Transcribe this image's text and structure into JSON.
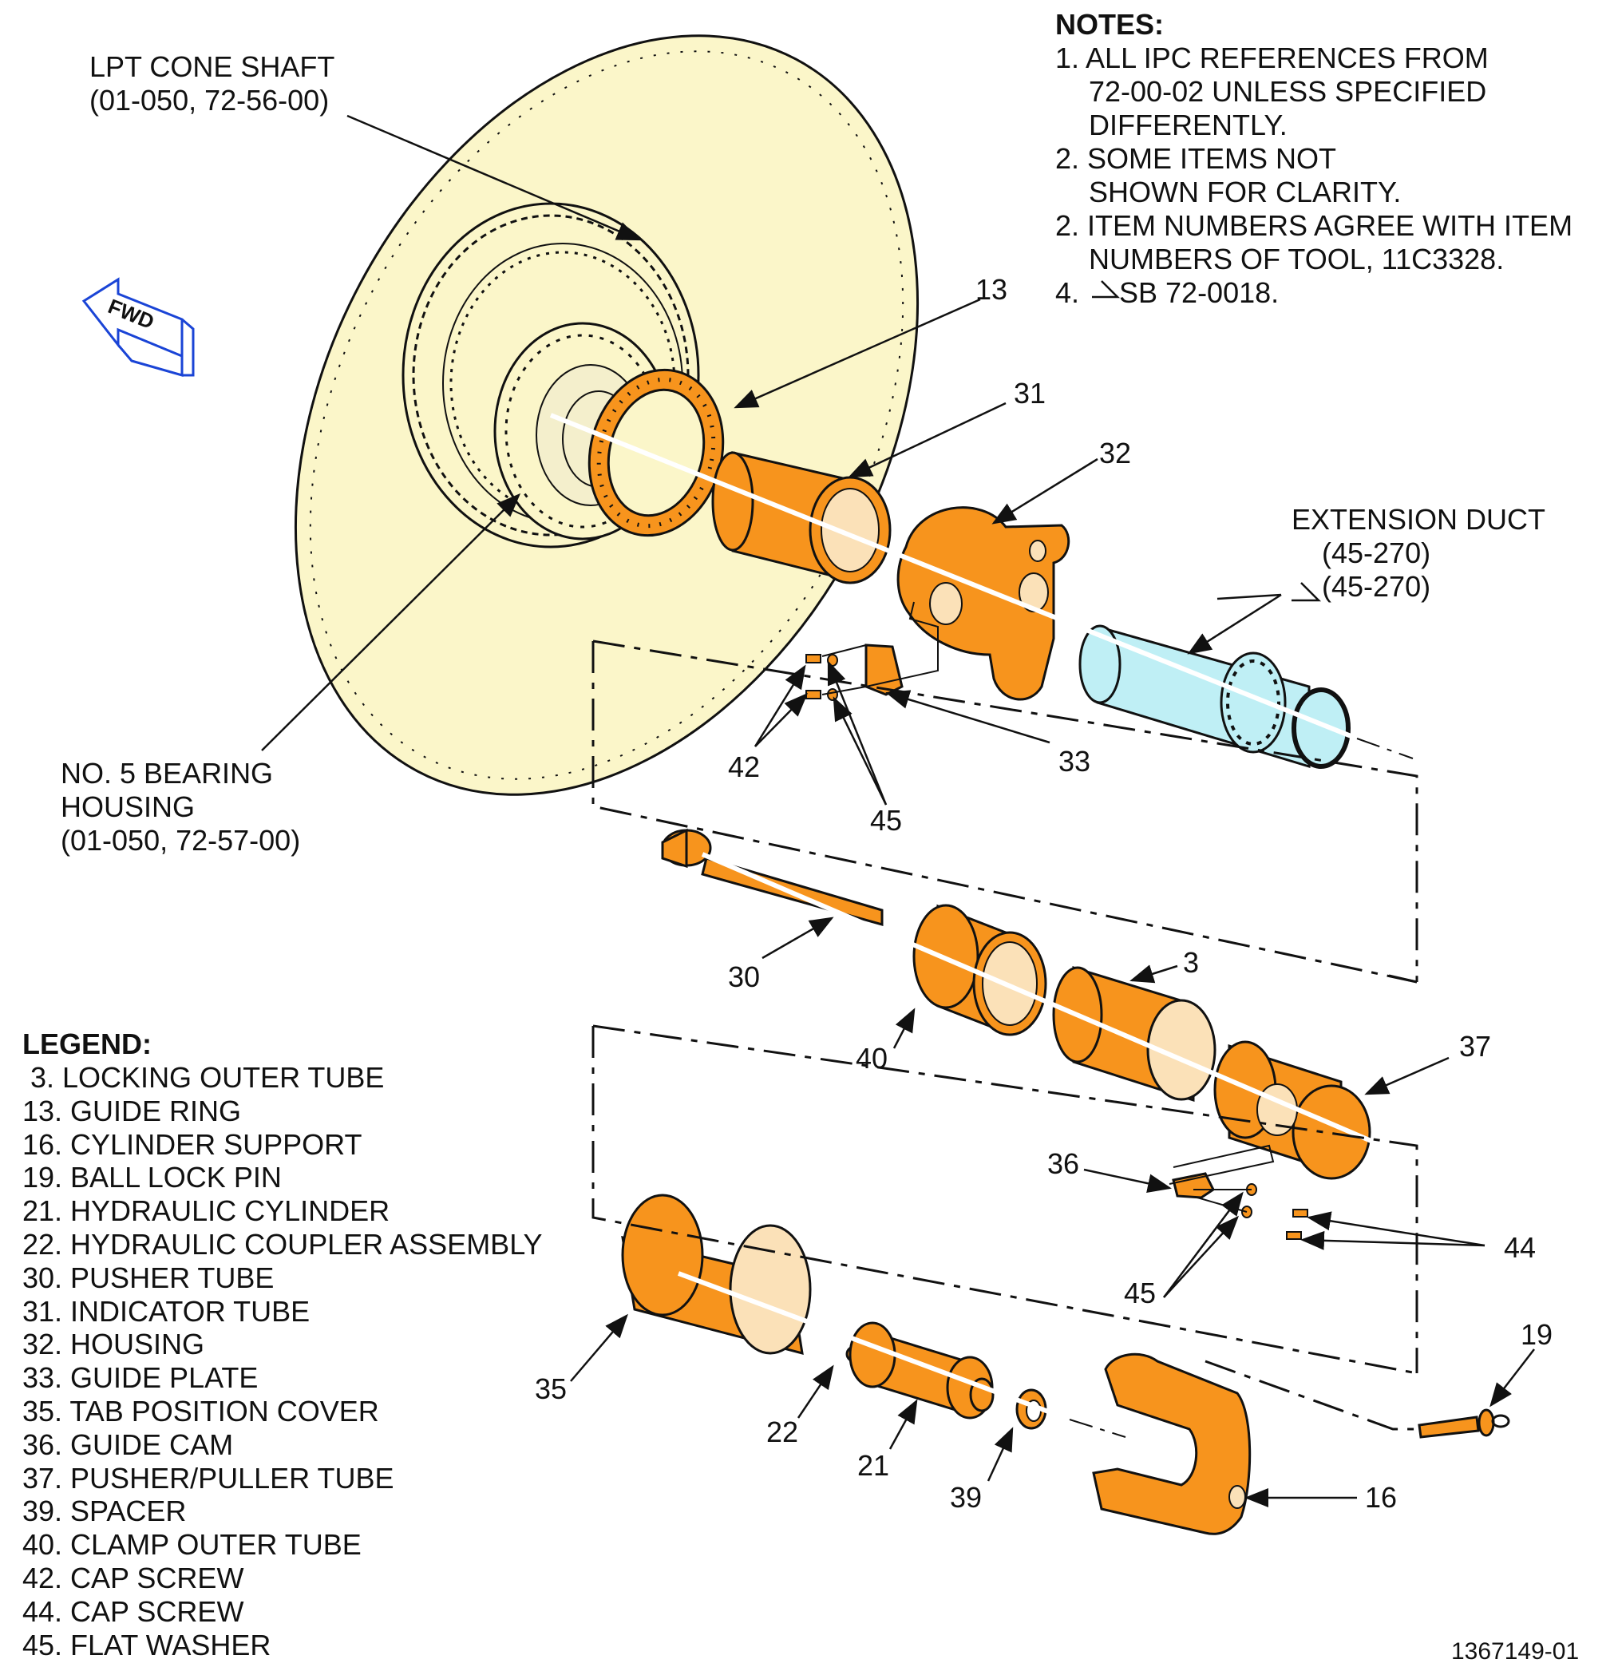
{
  "notes": {
    "title": "NOTES:",
    "lines": [
      "1. ALL IPC REFERENCES FROM",
      "72-00-02 UNLESS SPECIFIED",
      "DIFFERENTLY.",
      "2. SOME ITEMS NOT",
      "SHOWN FOR CLARITY.",
      "2. ITEM NUMBERS AGREE WITH ITEM",
      "NUMBERS OF TOOL, 11C3328.",
      "4. ",
      "SB 72-0018."
    ]
  },
  "labels": {
    "lpt_cone_shaft_1": "LPT CONE SHAFT",
    "lpt_cone_shaft_2": "(01-050, 72-56-00)",
    "bearing_1": "NO. 5 BEARING",
    "bearing_2": "HOUSING",
    "bearing_3": "(01-050, 72-57-00)",
    "extension_duct_1": "EXTENSION DUCT",
    "extension_duct_2": "(45-270)",
    "extension_duct_3": "(45-270)",
    "fwd": "FWD",
    "figure_id": "1367149-01"
  },
  "callouts": {
    "c13": "13",
    "c31": "31",
    "c32": "32",
    "c33": "33",
    "c42": "42",
    "c45a": "45",
    "c30": "30",
    "c40": "40",
    "c3": "3",
    "c37": "37",
    "c36": "36",
    "c44": "44",
    "c45b": "45",
    "c35": "35",
    "c22": "22",
    "c21": "21",
    "c39": "39",
    "c19": "19",
    "c16": "16"
  },
  "legend": {
    "title": "LEGEND:",
    "items": [
      " 3. LOCKING OUTER TUBE",
      "13. GUIDE RING",
      "16. CYLINDER SUPPORT",
      "19. BALL LOCK PIN",
      "21. HYDRAULIC CYLINDER",
      "22. HYDRAULIC COUPLER ASSEMBLY",
      "30. PUSHER TUBE",
      "31. INDICATOR TUBE",
      "32. HOUSING",
      "33. GUIDE PLATE",
      "35. TAB POSITION COVER",
      "36. GUIDE CAM",
      "37. PUSHER/PULLER TUBE",
      "39. SPACER",
      "40. CLAMP OUTER TUBE",
      "42. CAP SCREW",
      "44. CAP SCREW",
      "45. FLAT WASHER"
    ]
  },
  "colors": {
    "part_orange": "#f7941d",
    "cone_yellow": "#fbf6c9",
    "duct_cyan": "#bfeff5",
    "fwd_blue": "#1a44d6"
  }
}
